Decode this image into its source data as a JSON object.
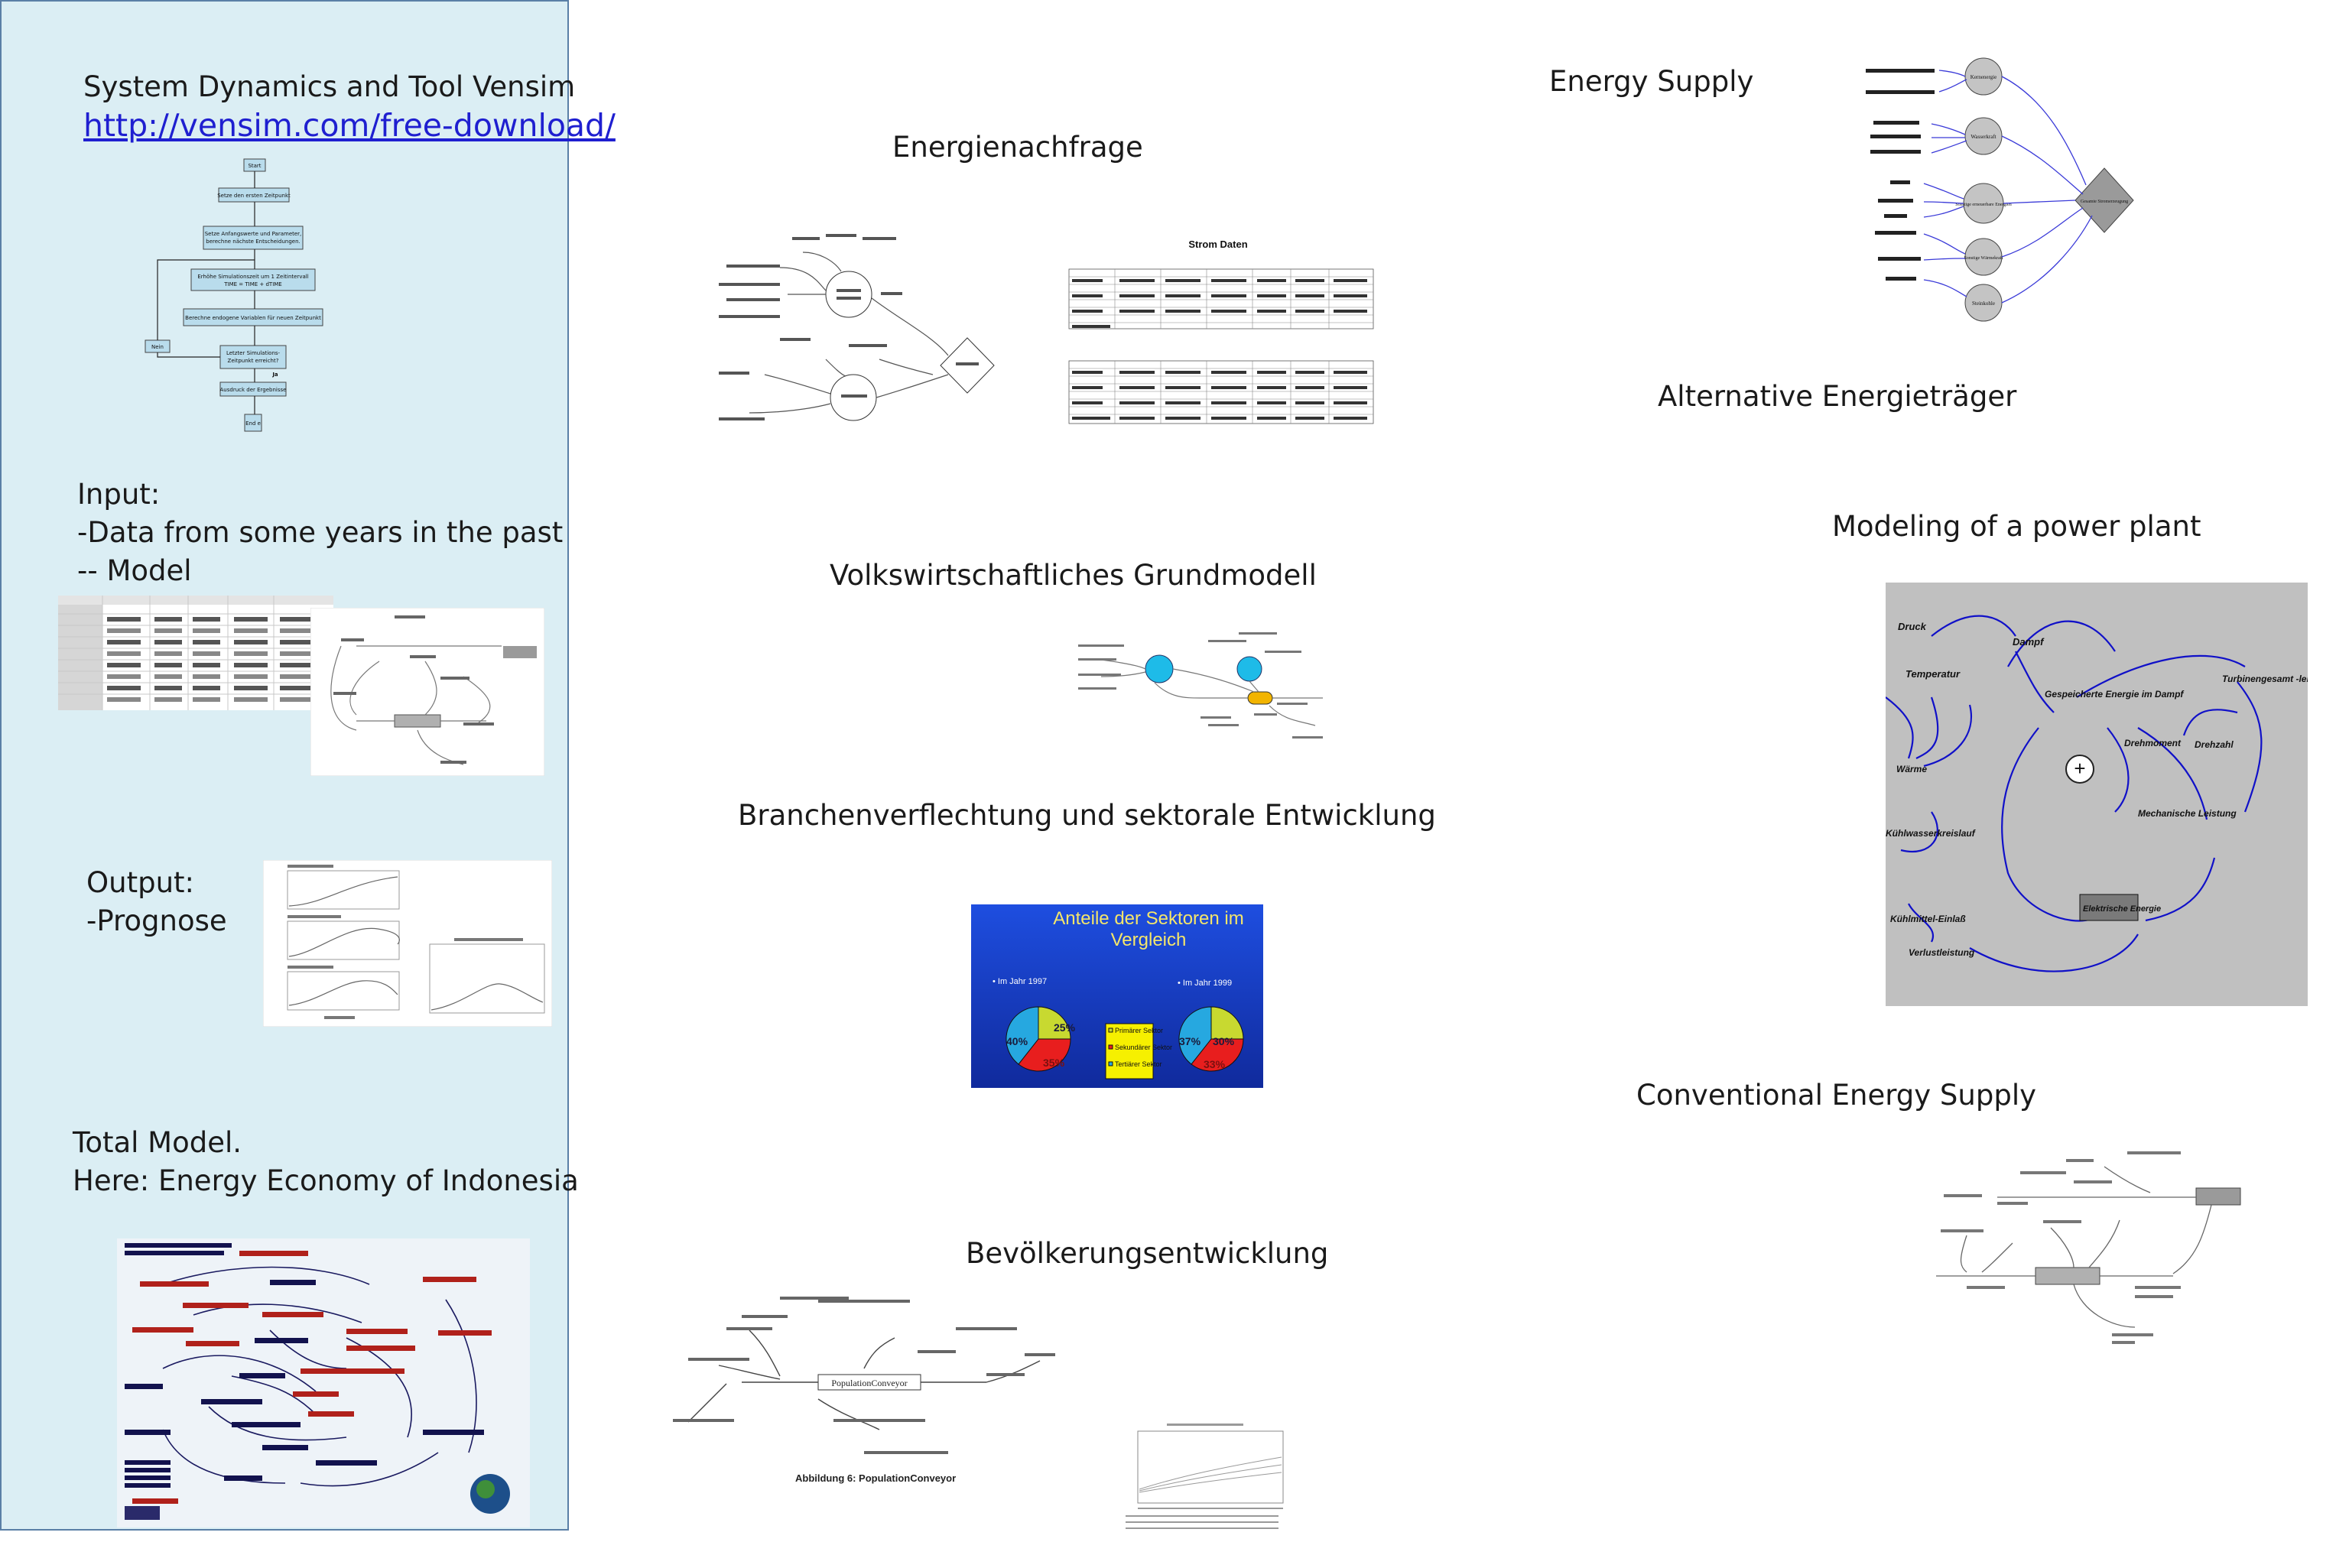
{
  "left": {
    "title": "System Dynamics and Tool Vensim",
    "link": "http://vensim.com/free-download/",
    "flow": {
      "start": "Start",
      "s1": "Setze den ersten Zeitpunkt",
      "s2a": "Setze Anfangswerte und Parameter,",
      "s2b": "berechne nächste Entscheidungen.",
      "s3a": "Erhöhe Simulationszeit um 1 Zeitintervall",
      "s3b": "TIME = TIME + dTIME",
      "s4": "Berechne endogene Variablen für neuen Zeitpunkt",
      "s5a": "Letzter Simulations-",
      "s5b": "Zeitpunkt erreicht?",
      "nein": "Nein",
      "ja": "Ja",
      "s6": "Ausdruck der Ergebnisse",
      "end": "End e"
    },
    "input_1": "Input:",
    "input_2": "-Data from some years in the past",
    "input_3": "-- Model",
    "output_1": "Output:",
    "output_2": "-Prognose",
    "total_1": "Total Model.",
    "total_2": "Here: Energy Economy of Indonesia"
  },
  "middle": {
    "energienachfrage": "Energienachfrage",
    "strom_title": "Strom Daten",
    "volkswirtschaft": "Volkswirtschaftliches Grundmodell",
    "branchen": "Branchenverflechtung  und  sektorale  Entwicklung",
    "sektoren_title_1": "Anteile der Sektoren im",
    "sektoren_title_2": "Vergleich",
    "year_1997": "• Im Jahr 1997",
    "year_1999": "• Im Jahr 1999",
    "pie_1997": [
      "25%",
      "40%",
      "35%"
    ],
    "pie_1999": [
      "30%",
      "37%",
      "33%"
    ],
    "legend": [
      "Primärer Sektor",
      "Sekundärer Sektor",
      "Tertiärer Sektor"
    ],
    "bevoelkerung": "Bevölkerungsentwicklung",
    "population_conveyor": "PopulationConveyor",
    "abbildung": "Abbildung 6: PopulationConveyor"
  },
  "right": {
    "energy_supply": "Energy Supply",
    "alternative": "Alternative Energieträger",
    "modeling": "Modeling of a power plant",
    "conventional": "Conventional Energy Supply",
    "plant_labels": [
      "Druck",
      "Dampf",
      "Temperatur",
      "Gespeicherte Energie im Dampf",
      "Turbinengesamt -leistung",
      "Drehmoment",
      "Drehzahl",
      "Wärme",
      "Mechanische Leistung",
      "Kühlwasserkreislauf",
      "Elektrische Energie",
      "Kühlmittel-Einlaß",
      "Verlustleistung"
    ],
    "supply_labels": [
      "Kernenergie",
      "Wasserkraft",
      "Sonstige erneuerbare Energien",
      "Sonstige Wärmekraft",
      "Steinkohle",
      "Gesamte Stromerzeugung"
    ]
  },
  "colors": {
    "panel": "#dbeef4",
    "panel_border": "#5a7fa6",
    "link": "#1f1fd0",
    "slide_blue": "#1a3cc8",
    "plant_gray": "#c0c0c0"
  }
}
